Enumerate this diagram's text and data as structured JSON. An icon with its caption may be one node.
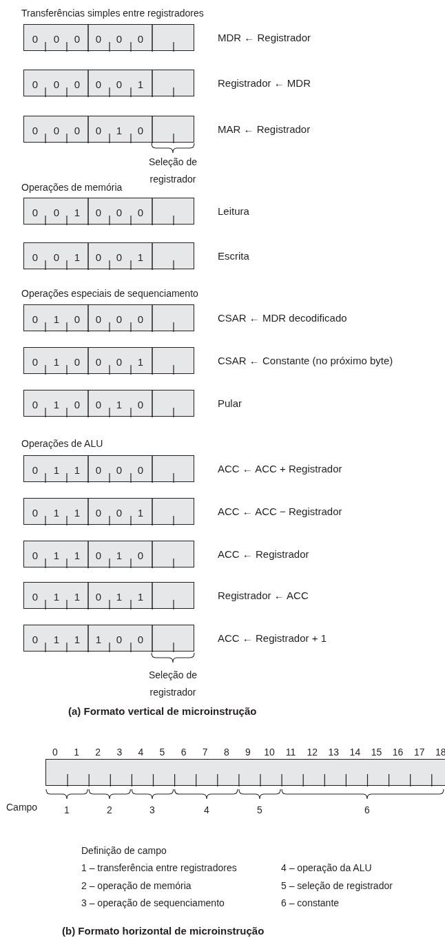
{
  "diagram": {
    "nodes": [
      {
        "text": [
          "0",
          "0",
          "0",
          "0",
          "0",
          "0"
        ],
        "beside": [
          "MDR ← Registrador"
        ]
      },
      {
        "text": [
          "0",
          "0",
          "0",
          "0",
          "0",
          "1"
        ],
        "beside": [
          "Registrador ← MDR"
        ]
      },
      {
        "text": [
          "0",
          "0",
          "0",
          "0",
          "1",
          "0"
        ],
        "beside": [
          "MAR ← Registrador"
        ]
      },
      {
        "text": [
          "0",
          "0",
          "1",
          "0",
          "0",
          "0"
        ],
        "beside": [
          "Leitura"
        ]
      },
      {
        "text": [
          "0",
          "0",
          "1",
          "0",
          "0",
          "1"
        ],
        "beside": [
          "Escrita"
        ]
      },
      {
        "text": [
          "0",
          "1",
          "0",
          "0",
          "0",
          "0"
        ],
        "beside": [
          "CSAR ← MDR decodificado"
        ]
      },
      {
        "text": [
          "0",
          "1",
          "0",
          "0",
          "0",
          "1"
        ],
        "beside": [
          "CSAR ← Constante (no próximo byte)"
        ]
      },
      {
        "text": [
          "0",
          "1",
          "0",
          "0",
          "1",
          "0"
        ],
        "beside": [
          "Pular"
        ]
      },
      {
        "text": [
          "0",
          "1",
          "1",
          "0",
          "0",
          "0"
        ],
        "beside": [
          "ACC ← ACC + Registrador"
        ]
      },
      {
        "text": [
          "0",
          "1",
          "1",
          "0",
          "0",
          "1"
        ],
        "beside": [
          "ACC ← ACC − Registrador"
        ]
      },
      {
        "text": [
          "0",
          "1",
          "1",
          "0",
          "1",
          "0"
        ],
        "beside": [
          "ACC ← Registrador"
        ]
      },
      {
        "text": [
          "0",
          "1",
          "1",
          "0",
          "1",
          "1"
        ],
        "beside": [
          "Registrador ← ACC"
        ]
      },
      {
        "text": [
          "0",
          "1",
          "1",
          "1",
          "0",
          "0"
        ],
        "beside": [
          "ACC ← Registrador + 1"
        ]
      },
      {
        "text": [],
        "shape": "bar"
      }
    ],
    "labels": [
      "Transferências simples entre registradores",
      "Seleção de registrador",
      "Operações de memória",
      "Operações especiais de sequenciamento",
      "Operações de ALU",
      "Seleção de registrador",
      "(a) Formato vertical de microinstrução",
      "0",
      "1",
      "2",
      "3",
      "4",
      "5",
      "6",
      "7",
      "8",
      "9",
      "10",
      "11",
      "12",
      "13",
      "14",
      "15",
      "16",
      "17",
      "18",
      "Campo",
      "1",
      "2",
      "3",
      "4",
      "5",
      "6",
      "Definição de campo",
      "1 – transferência entre registradores",
      "4 – operação da ALU",
      "2 – operação de memória",
      "5 – seleção de registrador",
      "3 – operação de sequenciamento",
      "6 – constante",
      "(b) Formato horizontal de microinstrução"
    ]
  }
}
